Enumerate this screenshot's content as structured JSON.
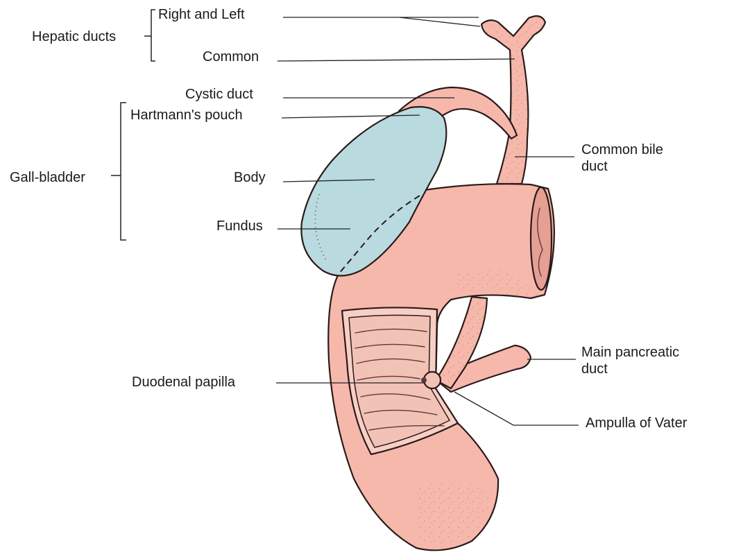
{
  "colors": {
    "tissue": "#f6b8ab",
    "gallbladder": "#b9dbe0",
    "mucosa": "#f3c2b6",
    "outline": "#2a1a1a",
    "stipple": "#7a5050"
  },
  "labels": {
    "hepatic_group": "Hepatic ducts",
    "right_left": "Right and Left",
    "common": "Common",
    "cystic_duct": "Cystic duct",
    "hartmanns_pouch": "Hartmann's pouch",
    "gallbladder_group": "Gall-bladder",
    "body": "Body",
    "fundus": "Fundus",
    "common_bile_duct_line1": "Common bile",
    "common_bile_duct_line2": "duct",
    "main_pancreatic_duct_line1": "Main pancreatic",
    "main_pancreatic_duct_line2": "duct",
    "duodenal_papilla": "Duodenal papilla",
    "ampulla_of_vater": "Ampulla of Vater"
  }
}
